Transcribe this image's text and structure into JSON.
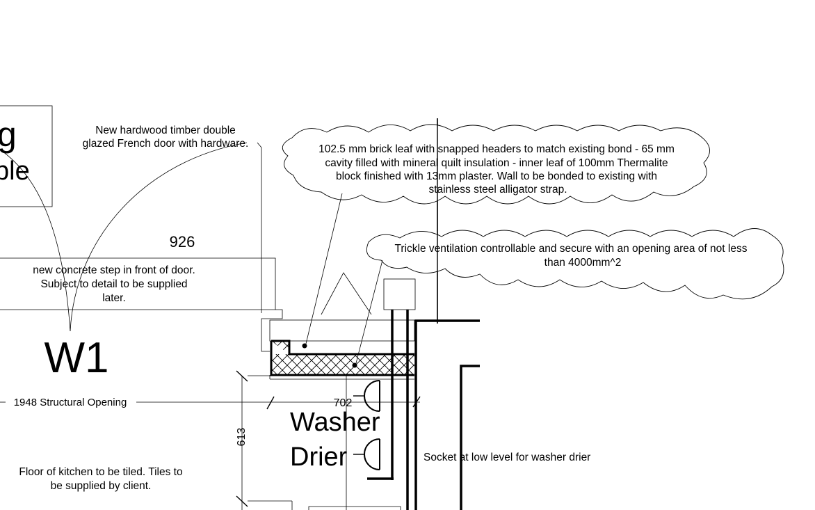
{
  "labels": {
    "room_partial_top": "g",
    "room_partial_bottom": "ble",
    "door_note_line1": "New hardwood timber double",
    "door_note_line2": "glazed French door with hardware.",
    "wall_note_line1": "102.5 mm brick leaf with snapped headers to match existing bond - 65 mm",
    "wall_note_line2": "cavity filled with mineral quilt insulation - inner leaf of 100mm Thermalite",
    "wall_note_line3": "block finished with 13mm plaster. Wall to be bonded to existing with",
    "wall_note_line4": "stainless steel alligator strap.",
    "vent_note_line1": "Trickle ventilation controllable and secure with an opening area of not less",
    "vent_note_line2": "than 4000mm^2",
    "dim_926": "926",
    "step_note_line1": "new concrete step in front of door.",
    "step_note_line2": "Subject to detail to be supplied",
    "step_note_line3": "later.",
    "window_tag": "W1",
    "structural_opening": "1948 Structural Opening",
    "dim_702": "702",
    "dim_613": "613",
    "washer": "Washer",
    "drier": "Drier",
    "socket_note": "Socket at low level for washer drier",
    "floor_note_line1": "Floor of kitchen to be tiled. Tiles to",
    "floor_note_line2": "be  supplied by client."
  }
}
